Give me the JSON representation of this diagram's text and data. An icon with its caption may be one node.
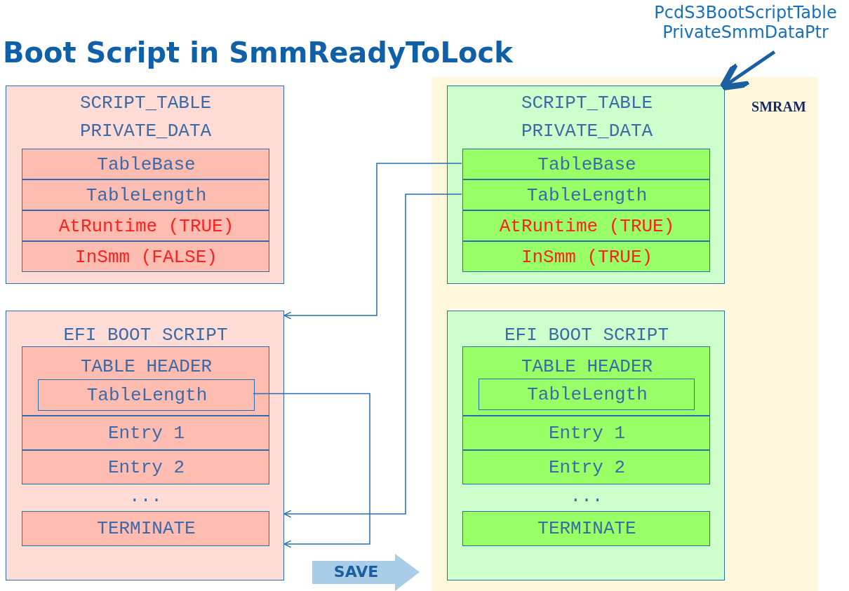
{
  "diagram": {
    "title": "Boot Script in SmmReadyToLock",
    "nodes": [
      {
        "text": [
          "SCRIPT_TABLE PRIVATE_DATA"
        ]
      },
      {
        "text": [
          "TableBase"
        ],
        "in": 0
      },
      {
        "text": [
          "TableLength"
        ],
        "in": 0
      },
      {
        "text": [
          "AtRuntime (TRUE)"
        ],
        "in": 0
      },
      {
        "text": [
          "InSmm (FALSE)"
        ],
        "in": 0
      },
      {
        "text": [
          "EFI BOOT SCRIPT",
          "..."
        ]
      },
      {
        "text": [
          "TABLE HEADER"
        ],
        "in": 5
      },
      {
        "text": [
          "TableLength"
        ],
        "in": 6
      },
      {
        "text": [
          "Entry 1"
        ],
        "in": 5
      },
      {
        "text": [
          "Entry 2"
        ],
        "in": 5
      },
      {
        "text": [
          "TERMINATE"
        ],
        "in": 5
      },
      {
        "text": [
          "PcdS3BootScriptTable PrivateSmmDataPtr"
        ]
      },
      {
        "text": [
          "SMRAM"
        ]
      },
      {
        "text": [
          "SCRIPT_TABLE PRIVATE_DATA"
        ],
        "in": 12
      },
      {
        "text": [
          "TableBase"
        ],
        "in": 13
      },
      {
        "text": [
          "TableLength"
        ],
        "in": 13
      },
      {
        "text": [
          "AtRuntime (TRUE)"
        ],
        "in": 13
      },
      {
        "text": [
          "InSmm (TRUE)"
        ],
        "in": 13
      },
      {
        "text": [
          "EFI BOOT SCRIPT",
          "..."
        ],
        "in": 12
      },
      {
        "text": [
          "TABLE HEADER"
        ],
        "in": 18
      },
      {
        "text": [
          "TableLength"
        ],
        "in": 19
      },
      {
        "text": [
          "Entry 1"
        ],
        "in": 18
      },
      {
        "text": [
          "Entry 2"
        ],
        "in": 18
      },
      {
        "text": [
          "TERMINATE"
        ],
        "in": 18
      },
      {
        "text": [
          "SAVE"
        ]
      }
    ],
    "edges": [
      {
        "from": 14,
        "to": 5,
        "arrow": "to"
      },
      {
        "from": 15,
        "to": 5,
        "arrow": "to"
      },
      {
        "from": 7,
        "to": 5,
        "arrow": "to"
      },
      {
        "from": 11,
        "to": 13,
        "arrow": "to",
        "style": "thick"
      }
    ]
  }
}
